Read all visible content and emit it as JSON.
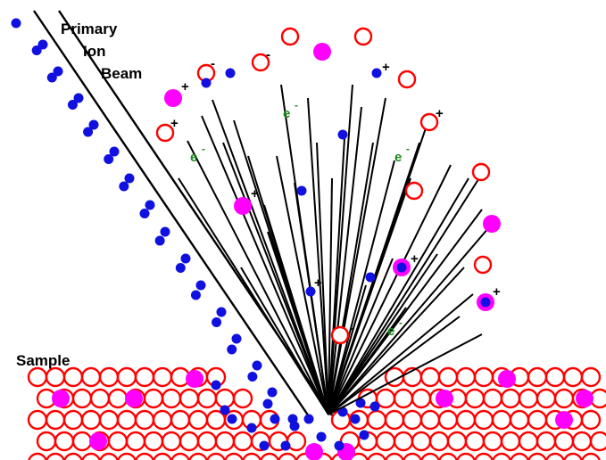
{
  "labels": {
    "beam_line1": "Primary",
    "beam_line2": "Ion",
    "beam_line3": "Beam",
    "sample": "Sample"
  },
  "symbols": {
    "plus": "+",
    "minus": "-",
    "electron": "e",
    "electron_sup": "-"
  },
  "colors": {
    "lattice_atom": "#ff0000",
    "ion": "#1010e0",
    "impurity": "#ff00ff",
    "electron_text": "#1a8a1a",
    "trajectory": "#000000",
    "background": "#ffffff"
  },
  "legend_icons": {
    "hollow_red_circle": "sample-atom-icon",
    "blue_dot": "primary-ion-icon",
    "magenta_disc": "impurity-atom-icon"
  }
}
